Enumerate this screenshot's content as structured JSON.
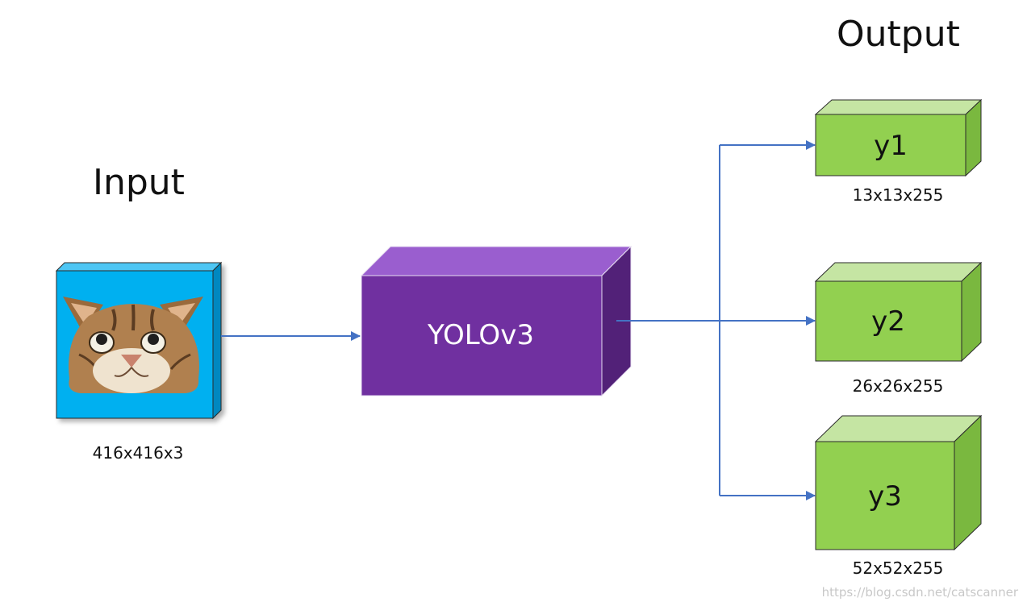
{
  "input": {
    "title": "Input",
    "dims": "416x416x3",
    "image": "cat-photo-icon"
  },
  "model": {
    "label": "YOLOv3"
  },
  "output": {
    "title": "Output",
    "items": [
      {
        "label": "y1",
        "dims": "13x13x255"
      },
      {
        "label": "y2",
        "dims": "26x26x255"
      },
      {
        "label": "y3",
        "dims": "52x52x255"
      }
    ]
  },
  "watermark": "https://blog.csdn.net/catscanner",
  "colors": {
    "input_front": "#00b0f0",
    "input_top": "#4dc6f4",
    "input_side": "#0088c0",
    "model_front": "#7030a0",
    "model_top": "#9a5ecf",
    "model_side": "#522178",
    "output_front": "#92d050",
    "output_top": "#c5e5a3",
    "output_side": "#7ab83f",
    "arrow": "#4472c4"
  }
}
